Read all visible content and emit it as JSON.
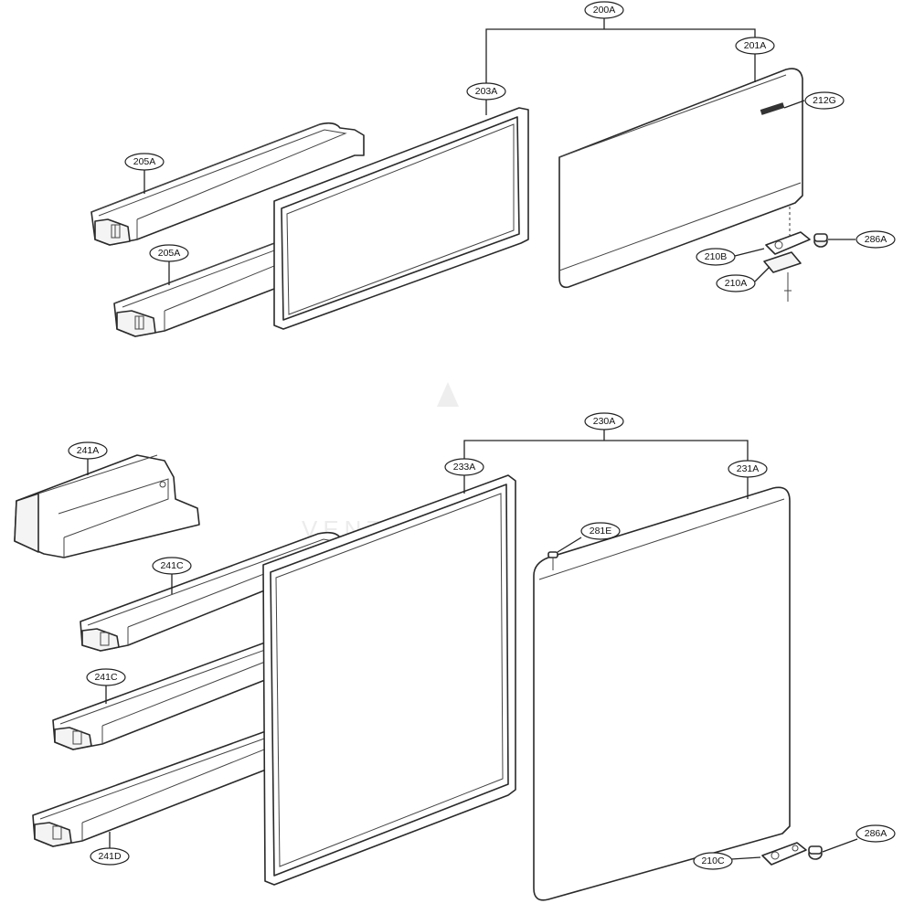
{
  "watermark": "VENTURE",
  "callouts": {
    "c200A": "200A",
    "c201A": "201A",
    "c203A": "203A",
    "c212G": "212G",
    "c205A_top": "205A",
    "c205A_bottom": "205A",
    "c210B": "210B",
    "c210A": "210A",
    "c286A_top": "286A",
    "c230A": "230A",
    "c233A": "233A",
    "c231A": "231A",
    "c241A": "241A",
    "c241C_top": "241C",
    "c241C_bottom": "241C",
    "c241D": "241D",
    "c281E": "281E",
    "c210C": "210C",
    "c286A_bottom": "286A"
  }
}
